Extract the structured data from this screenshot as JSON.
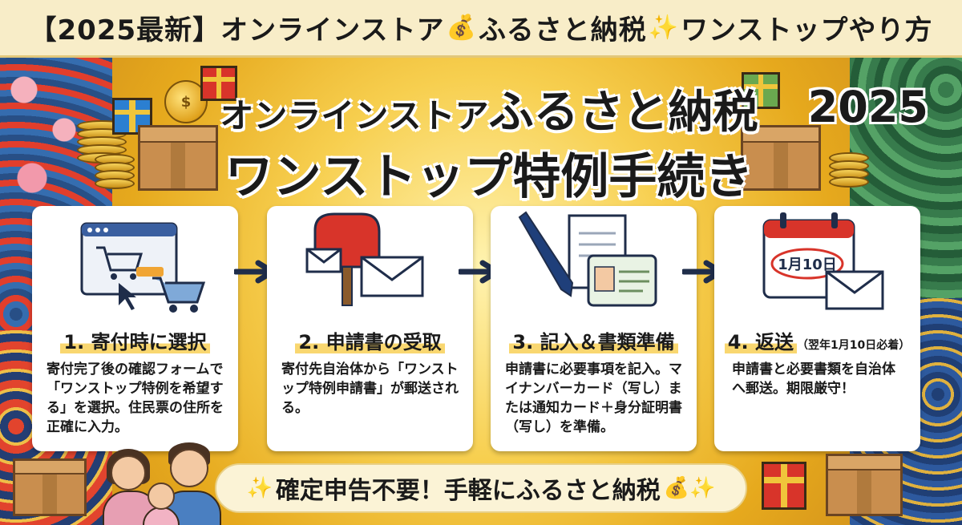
{
  "top_banner": {
    "prefix": "【2025最新】オンラインストア",
    "emoji1": "💰",
    "middle": "ふるさと納税",
    "emoji2": "✨",
    "suffix": "ワンストップやり方"
  },
  "title": {
    "line1a": "オンラインストア",
    "line1b": "ふるさと納税",
    "line2": "ワンストップ特例手続き",
    "year": "2025"
  },
  "steps": [
    {
      "title": "1. 寄付時に選択",
      "text": "寄付完了後の確認フォームで「ワンストップ特例を希望する」を選択。住民票の住所を正確に入力。"
    },
    {
      "title": "2. 申請書の受取",
      "text": "寄付先自治体から「ワンストップ特例申請書」が郵送される。"
    },
    {
      "title": "3. 記入＆書類準備",
      "text": "申請書に必要事項を記入。マイナンバーカード（写し）または通知カード＋身分証明書（写し）を準備。"
    },
    {
      "title": "4. 返送",
      "title_sub": "（翌年1月10日必着）",
      "text": "申請書と必要書類を自治体へ郵送。期限厳守！"
    }
  ],
  "calendar_date": "1月10日",
  "bottom_banner": {
    "emoji_left": "✨",
    "text": "確定申告不要！手軽にふるさと納税",
    "emoji_right": "💰✨"
  },
  "colors": {
    "gold": "#e6a91d",
    "highlight": "#f9d770",
    "red": "#d8342a",
    "navy": "#1f2d4a"
  }
}
